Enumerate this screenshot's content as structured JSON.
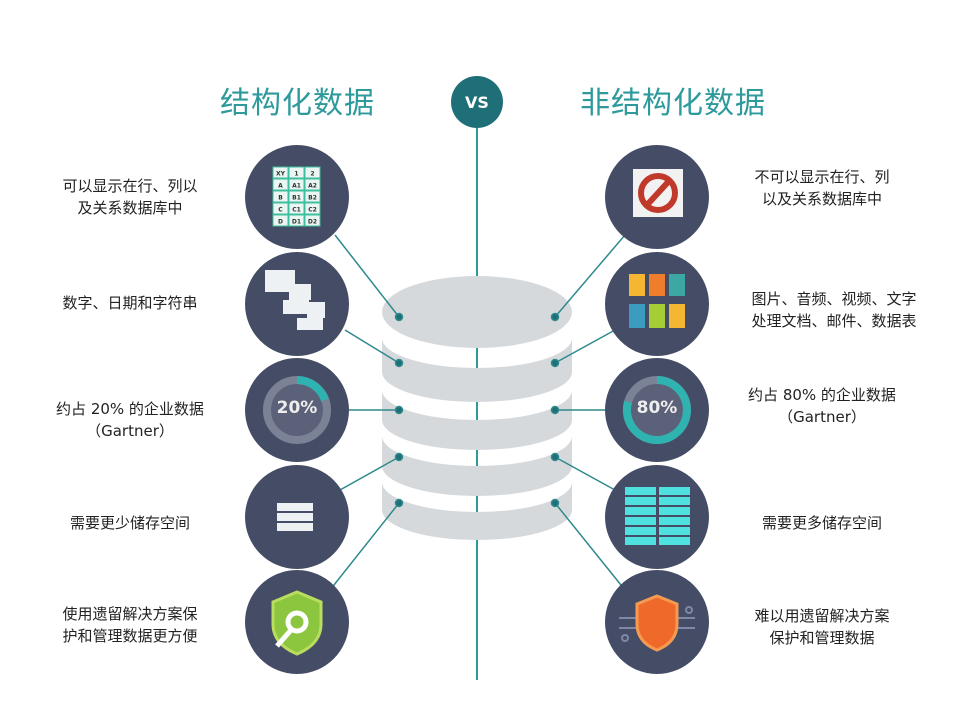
{
  "left_title": "结构化数据",
  "right_title": "非结构化数据",
  "vs_label": "VS",
  "left_items": [
    {
      "text": "可以显示在行、列以\n及关系数据库中",
      "icon": "table-icon"
    },
    {
      "text": "数字、日期和字符串",
      "icon": "data-cards-icon"
    },
    {
      "text": "约占 20% 的企业数据\n（Gartner）",
      "icon": "percent-ring-icon",
      "percent_label": "20%"
    },
    {
      "text": "需要更少储存空间",
      "icon": "small-server-icon"
    },
    {
      "text": "使用遗留解决方案保\n护和管理数据更方便",
      "icon": "shield-wrench-icon"
    }
  ],
  "right_items": [
    {
      "text": "不可以显示在行、列\n以及关系数据库中",
      "icon": "prohibited-table-icon"
    },
    {
      "text": "图片、音频、视频、文字\n处理文档、邮件、数据表",
      "icon": "files-icon"
    },
    {
      "text": "约占 80% 的企业数据\n（Gartner）",
      "icon": "percent-ring-icon",
      "percent_label": "80%"
    },
    {
      "text": "需要更多储存空间",
      "icon": "large-server-icon"
    },
    {
      "text": "难以用遗留解决方案\n保护和管理数据",
      "icon": "shield-circuit-icon"
    }
  ],
  "table_icon_cells": [
    "XY",
    "1",
    "2",
    "A",
    "A1",
    "A2",
    "B",
    "B1",
    "B2",
    "C",
    "C1",
    "C2",
    "D",
    "D1",
    "D2"
  ],
  "colors": {
    "teal": "#2e9a9c",
    "navy": "#454d66",
    "db_gray": "#d6d9dc",
    "vs": "#1f6f78"
  }
}
